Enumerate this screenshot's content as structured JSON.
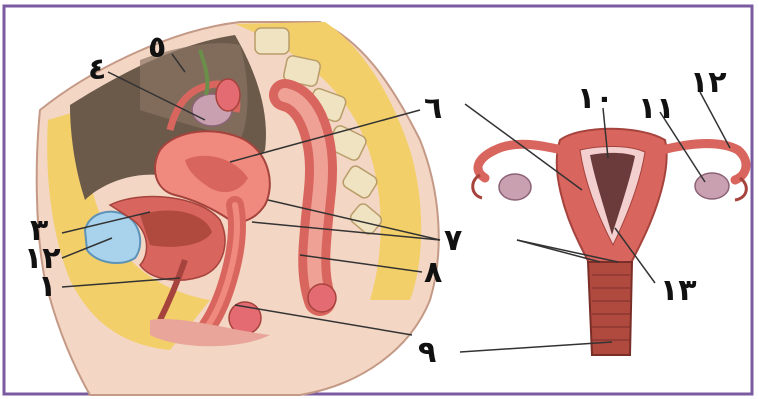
{
  "labels": {
    "n1": "١",
    "n12_left": "١٢",
    "n3": "٣",
    "n4": "٤",
    "n5": "٥",
    "n6": "٦",
    "n7": "٧",
    "n8": "٨",
    "n9": "٩",
    "n10": "١٠",
    "n11": "١١",
    "n12_right": "١٢",
    "n13": "١٣"
  },
  "colors": {
    "frame": "#7b5ba0",
    "skin": "#f3d6c4",
    "fat": "#f3cf69",
    "tissue_red": "#d9665e",
    "uterus_light": "#f08a7e",
    "bladder": "#a9d3ec",
    "dark_cavity": "#6b5a4a"
  }
}
